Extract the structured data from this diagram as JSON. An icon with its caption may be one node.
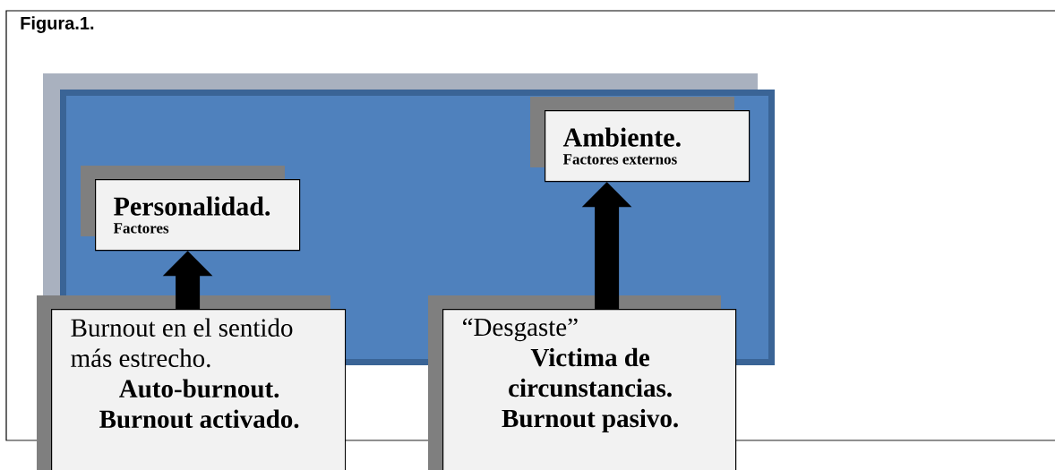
{
  "diagram": {
    "title": "Figura.1.",
    "nodes": [
      {
        "text": [],
        "shape": "box"
      },
      {
        "text": [
          "Personalidad.",
          "Factores"
        ],
        "in": 0
      },
      {
        "text": [
          "Ambiente.",
          "Factores externos"
        ],
        "in": 0
      },
      {
        "text": [
          "Burnout en el sentido más estrecho.",
          "Auto-burnout. Burnout activado."
        ]
      },
      {
        "text": [
          "“Desgaste”",
          "Victima de circunstancias. Burnout pasivo."
        ]
      }
    ],
    "edges": [
      {
        "from": 3,
        "to": 1,
        "arrow": "to"
      },
      {
        "from": 4,
        "to": 2,
        "arrow": "to"
      }
    ]
  }
}
